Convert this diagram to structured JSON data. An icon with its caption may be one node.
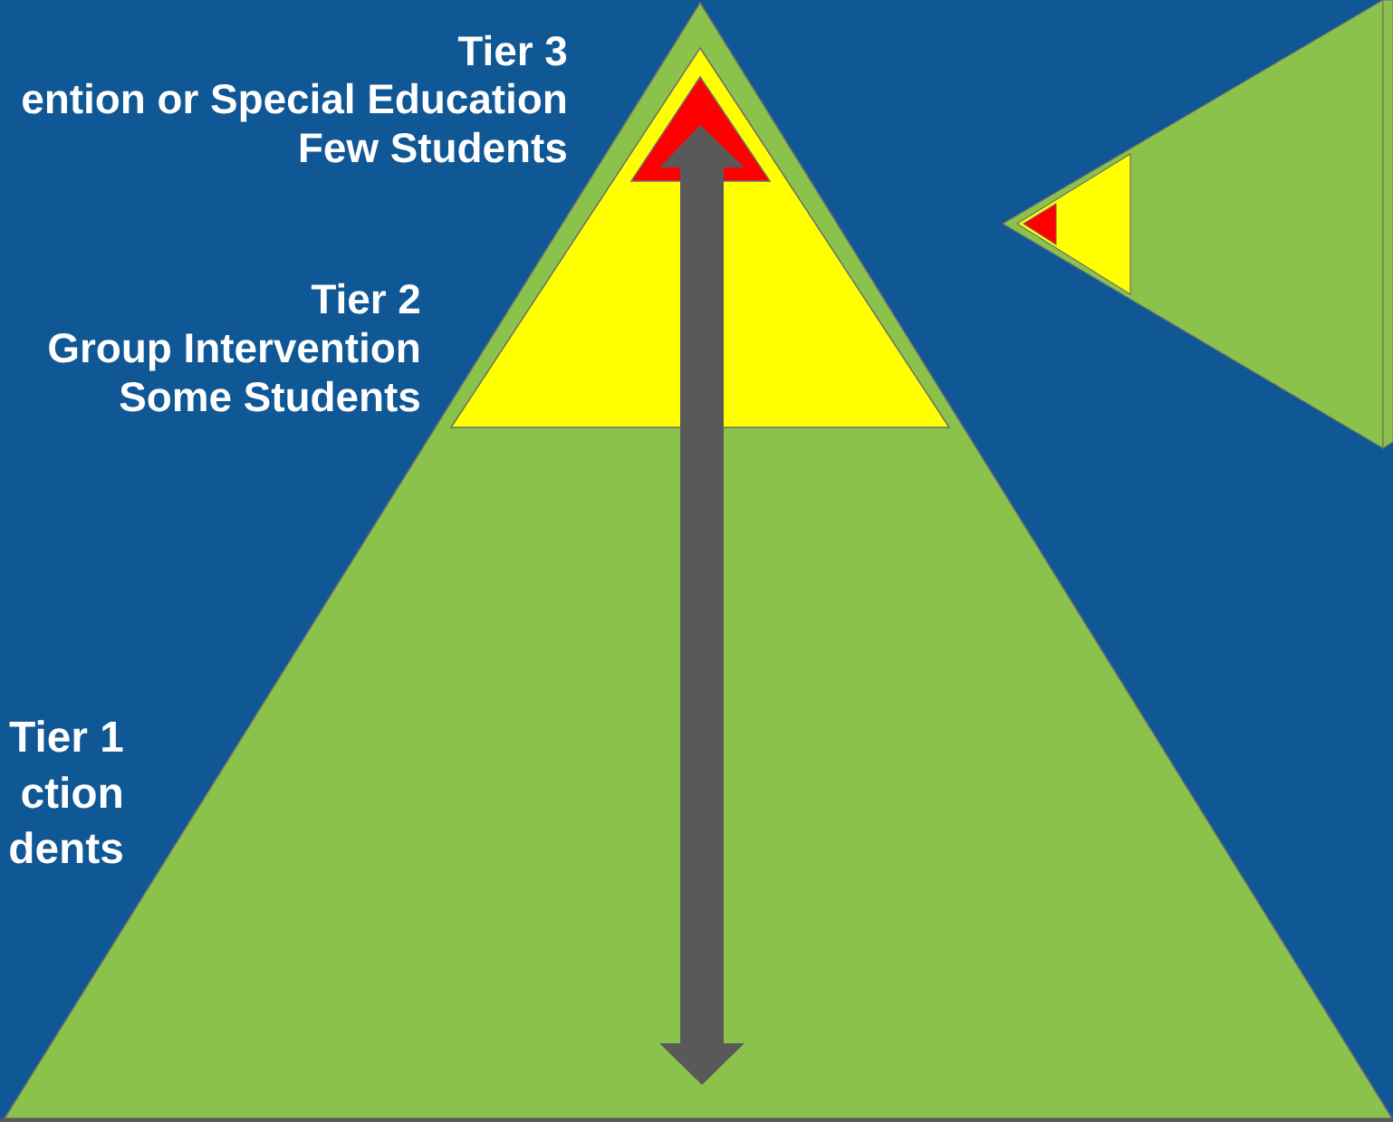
{
  "diagram": {
    "labels": [
      "Tier 3",
      "ention or Special Education",
      "Few Students",
      "Tier 2",
      "Group Intervention",
      "Some Students",
      "Tier 1",
      "ction",
      "dents"
    ]
  }
}
